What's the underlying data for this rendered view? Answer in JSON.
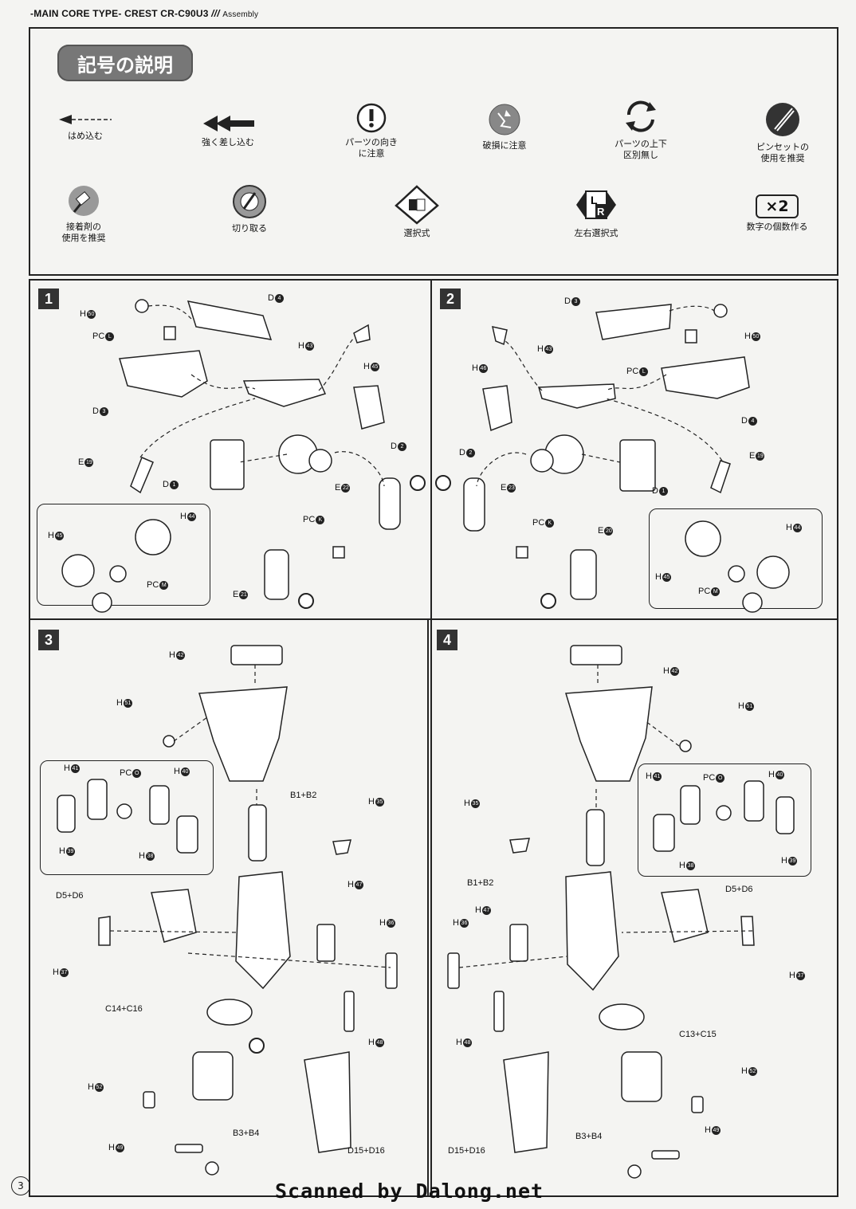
{
  "header": {
    "prefix": "-MAIN CORE TYPE-",
    "model": "CREST CR-C90U3",
    "roman": "///",
    "section": "Assembly"
  },
  "legend": {
    "title": "記号の説明",
    "symbols": [
      {
        "icon": "push-in-arrow-icon",
        "label": "はめ込む"
      },
      {
        "icon": "press-firmly-arrow-icon",
        "label": "強く差し込む"
      },
      {
        "icon": "caution-icon",
        "label": "パーツの向き\nに注意"
      },
      {
        "icon": "breakage-icon",
        "label": "破損に注意"
      },
      {
        "icon": "rotate-icon",
        "label": "パーツの上下\n区別無し"
      },
      {
        "icon": "tweezers-icon",
        "label": "ピンセットの\n使用を推奨"
      },
      {
        "icon": "glue-icon",
        "label": "接着剤の\n使用を推奨"
      },
      {
        "icon": "cut-icon",
        "label": "切り取る"
      },
      {
        "icon": "choice-icon",
        "label": "選択式"
      },
      {
        "icon": "lr-choice-icon",
        "label": "左右選択式",
        "badge": "LR"
      },
      {
        "icon": "multiply-icon",
        "label": "数字の個数作る",
        "badge": "×2"
      }
    ]
  },
  "steps": [
    {
      "number": "1",
      "labels": [
        "H",
        "PC",
        "D",
        "H",
        "H",
        "D",
        "D",
        "E",
        "D",
        "E",
        "PC",
        "E",
        "H",
        "H",
        "PC"
      ],
      "nums": [
        "50",
        "L",
        "4",
        "43",
        "45",
        "3",
        "2",
        "19",
        "1",
        "22",
        "K",
        "21",
        "45",
        "44",
        "M"
      ]
    },
    {
      "number": "2",
      "labels": [
        "D",
        "H",
        "H",
        "H",
        "PC",
        "D",
        "D",
        "E",
        "D",
        "E",
        "PC",
        "E",
        "H",
        "H",
        "PC"
      ],
      "nums": [
        "3",
        "50",
        "46",
        "43",
        "L",
        "4",
        "2",
        "19",
        "1",
        "23",
        "K",
        "20",
        "44",
        "45",
        "M"
      ]
    },
    {
      "number": "3",
      "labels": [
        "H",
        "H",
        "H",
        "PC",
        "H",
        "H",
        "H",
        "B1+B2",
        "H",
        "H",
        "D5+D6",
        "H",
        "H",
        "C14+C16",
        "H",
        "H",
        "B3+B4",
        "H",
        "D15+D16"
      ],
      "nums": [
        "42",
        "51",
        "41",
        "O",
        "40",
        "39",
        "38",
        "",
        "35",
        "47",
        "",
        "36",
        "37",
        "",
        "48",
        "52",
        "",
        "49",
        ""
      ]
    },
    {
      "number": "4",
      "labels": [
        "H",
        "H",
        "H",
        "PC",
        "H",
        "H",
        "H",
        "H",
        "B1+B2",
        "H",
        "D5+D6",
        "H",
        "H",
        "C13+C15",
        "H",
        "H",
        "B3+B4",
        "D15+D16",
        "H"
      ],
      "nums": [
        "42",
        "51",
        "41",
        "O",
        "40",
        "38",
        "39",
        "35",
        "",
        "47",
        "",
        "36",
        "37",
        "",
        "48",
        "52",
        "",
        "",
        "49"
      ]
    }
  ],
  "page_number": "3",
  "scan_credit": "Scanned by Dalong.net"
}
